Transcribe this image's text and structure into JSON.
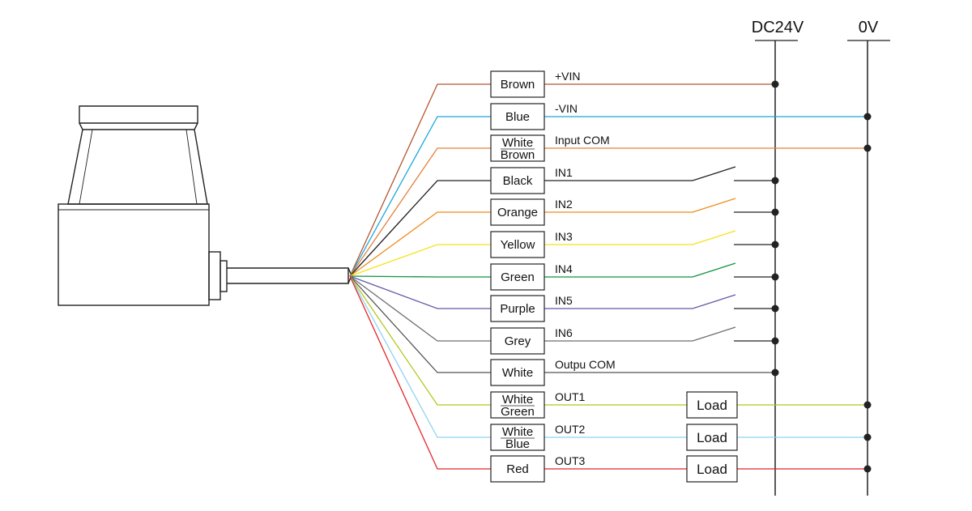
{
  "rails": {
    "positive_label": "DC24V",
    "negative_label": "0V"
  },
  "load_label": "Load",
  "wires": [
    {
      "color_name": [
        "Brown"
      ],
      "signal": "+VIN",
      "stroke": "#b5562f",
      "kind": "supply",
      "rail": "positive"
    },
    {
      "color_name": [
        "Blue"
      ],
      "signal": "-VIN",
      "stroke": "#1aa7dc",
      "kind": "supply",
      "rail": "negative"
    },
    {
      "color_name": [
        "White",
        "Brown"
      ],
      "signal": "Input COM",
      "stroke": "#e3813a",
      "kind": "supply",
      "rail": "negative"
    },
    {
      "color_name": [
        "Black"
      ],
      "signal": "IN1",
      "stroke": "#222222",
      "kind": "input",
      "rail": "positive"
    },
    {
      "color_name": [
        "Orange"
      ],
      "signal": "IN2",
      "stroke": "#f08a1c",
      "kind": "input",
      "rail": "positive"
    },
    {
      "color_name": [
        "Yellow"
      ],
      "signal": "IN3",
      "stroke": "#f7e11a",
      "kind": "input",
      "rail": "positive"
    },
    {
      "color_name": [
        "Green"
      ],
      "signal": "IN4",
      "stroke": "#0f9440",
      "kind": "input",
      "rail": "positive"
    },
    {
      "color_name": [
        "Purple"
      ],
      "signal": "IN5",
      "stroke": "#6558a8",
      "kind": "input",
      "rail": "positive"
    },
    {
      "color_name": [
        "Grey"
      ],
      "signal": "IN6",
      "stroke": "#6d6e70",
      "kind": "input",
      "rail": "positive"
    },
    {
      "color_name": [
        "White"
      ],
      "signal": "Outpu COM",
      "stroke": "#555555",
      "kind": "supply",
      "rail": "positive"
    },
    {
      "color_name": [
        "White",
        "Green"
      ],
      "signal": "OUT1",
      "stroke": "#b2c81e",
      "kind": "output",
      "rail": "negative"
    },
    {
      "color_name": [
        "White",
        "Blue"
      ],
      "signal": "OUT2",
      "stroke": "#8fd3f2",
      "kind": "output",
      "rail": "negative"
    },
    {
      "color_name": [
        "Red"
      ],
      "signal": "OUT3",
      "stroke": "#e42528",
      "kind": "output",
      "rail": "negative"
    }
  ]
}
